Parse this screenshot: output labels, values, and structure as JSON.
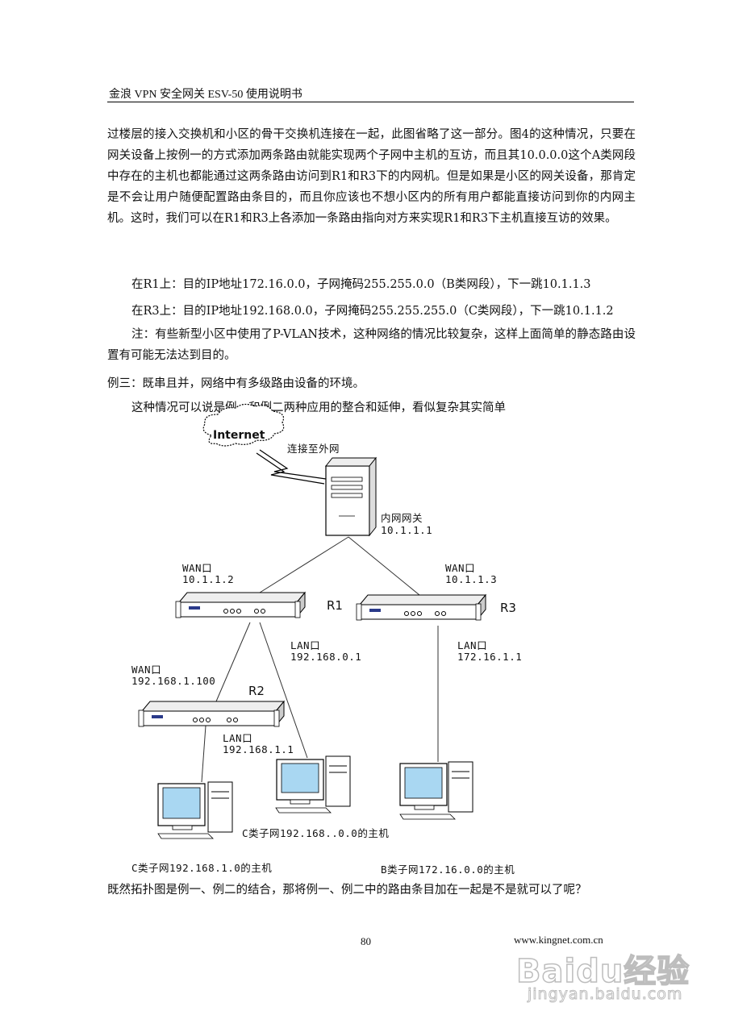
{
  "header": {
    "title": "金浪 VPN 安全网关 ESV-50 使用说明书"
  },
  "body": {
    "paragraph1": "过楼层的接入交换机和小区的骨干交换机连接在一起，此图省略了这一部分。图4的这种情况，只要在网关设备上按例一的方式添加两条路由就能实现两个子网中主机的互访，而且其10.0.0.0这个A类网段中存在的主机也都能通过这两条路由访问到R1和R3下的内网机。但是如果是小区的网关设备，那肯定是不会让用户随便配置路由条目的，而且你应该也不想小区内的所有用户都能直接访问到你的内网主机。这时，我们可以在R1和R3上各添加一条路由指向对方来实现R1和R3下主机直接互访的效果。",
    "route_r1": "在R1上：目的IP地址172.16.0.0，子网掩码255.255.0.0（B类网段），下一跳10.1.1.3",
    "route_r3": "在R3上：目的IP地址192.168.0.0，子网掩码255.255.255.0（C类网段），下一跳10.1.1.2",
    "note": "注：有些新型小区中使用了P-VLAN技术，这种网络的情况比较复杂，这样上面简单的静态路由设置有可能无法达到目的。",
    "example3": "例三：既串且并，网络中有多级路由设备的环境。",
    "intro": "这种情况可以说是例一和例二两种应用的整合和延伸，看似复杂其实简单",
    "conclusion": "既然拓扑图是例一、例二的结合，那将例一、例二中的路由条目加在一起是不是就可以了呢？"
  },
  "diagram": {
    "internet": "Internet",
    "connect_label": "连接至外网",
    "gateway_label": "内网网关",
    "gateway_ip": "10.1.1.1",
    "r1_wan_label": "WAN口",
    "r1_wan_ip": "10.1.1.2",
    "r1_name": "R1",
    "r3_wan_label": "WAN口",
    "r3_wan_ip": "10.1.1.3",
    "r3_name": "R3",
    "r1_lan_label": "LAN口",
    "r1_lan_ip": "192.168.0.1",
    "r3_lan_label": "LAN口",
    "r3_lan_ip": "172.16.1.1",
    "r2_wan_label": "WAN口",
    "r2_wan_ip": "192.168.1.100",
    "r2_name": "R2",
    "r2_lan_label": "LAN口",
    "r2_lan_ip": "192.168.1.1",
    "host_c0": "C类子网192.168..0.0的主机",
    "host_c1": "C类子网192.168.1.0的主机",
    "host_b": "B类子网172.16.0.0的主机"
  },
  "footer": {
    "page_number": "80",
    "url": "www.kingnet.com.cn",
    "watermark": "Baidu经验",
    "watermark_url": "jingyan.baidu.com"
  },
  "colors": {
    "monitor_screen": "#a9d7f2",
    "line": "#333333"
  }
}
